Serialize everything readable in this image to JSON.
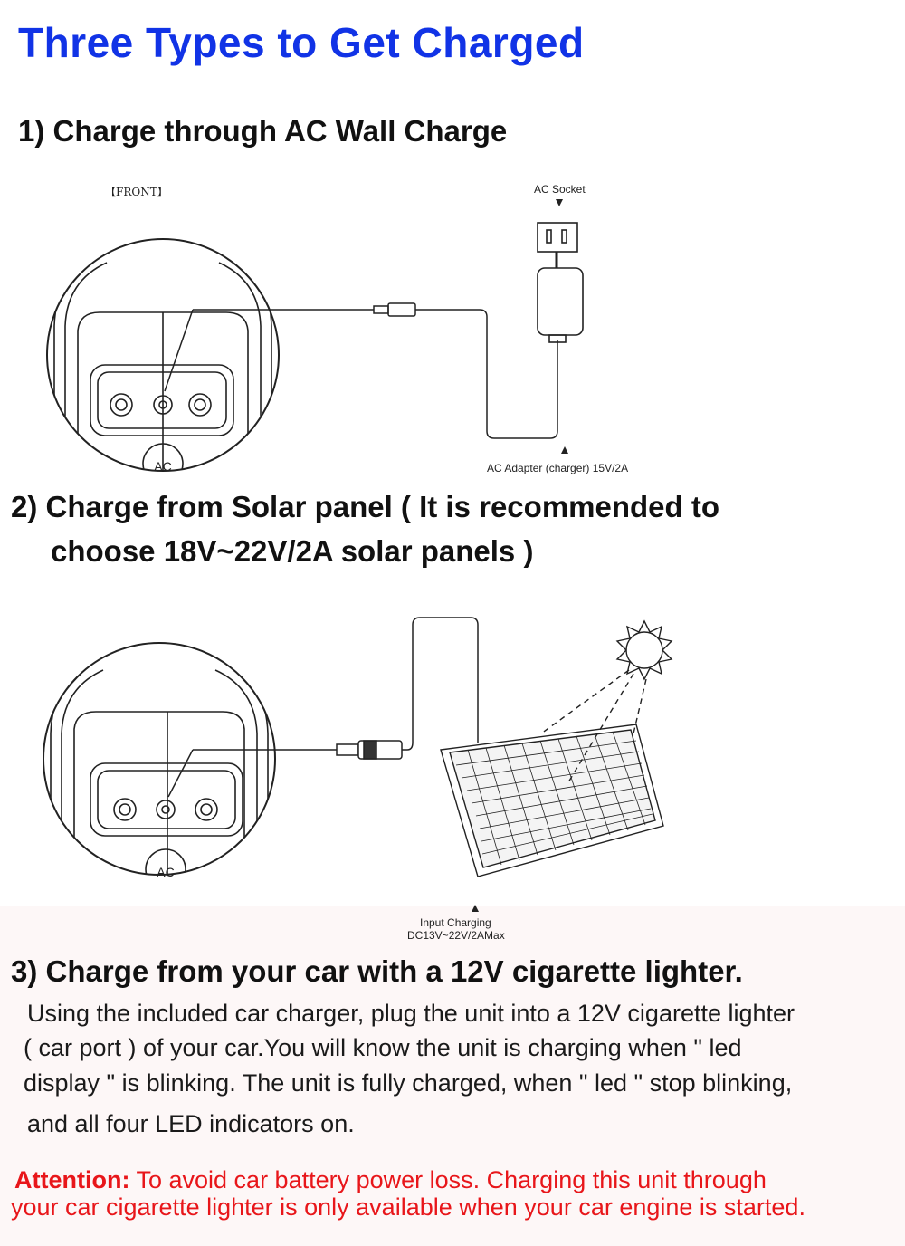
{
  "title": "Three Types to Get Charged",
  "section1": {
    "heading": "1) Charge through AC Wall Charge",
    "front_label": "【FRONT】",
    "ac_socket_label": "AC Socket",
    "adapter_label": "AC Adapter (charger) 15V/2A",
    "port_label": "AC"
  },
  "section2": {
    "heading_line1": "2) Charge from Solar panel ( It is recommended to",
    "heading_line2": "choose 18V~22V/2A solar panels )",
    "input_label_line1": "Input Charging",
    "input_label_line2": "DC13V~22V/2AMax",
    "port_label": "AC"
  },
  "section3": {
    "heading": "3) Charge from your car with a 12V cigarette lighter.",
    "body_lines": [
      "Using the included car charger, plug the unit into a 12V cigarette lighter",
      "( car port ) of your car.You will know the unit is charging when \" led",
      "display \" is blinking. The unit is fully charged, when \" led \" stop blinking,",
      "and all four LED indicators on."
    ],
    "attention_label": "Attention:",
    "attention_text_line1": " To avoid car battery power loss. Charging this unit through",
    "attention_text_line2": "your car cigarette lighter is only available when your car engine is started."
  },
  "colors": {
    "title": "#1133e6",
    "attention": "#e8161a",
    "line_art": "#222222"
  }
}
